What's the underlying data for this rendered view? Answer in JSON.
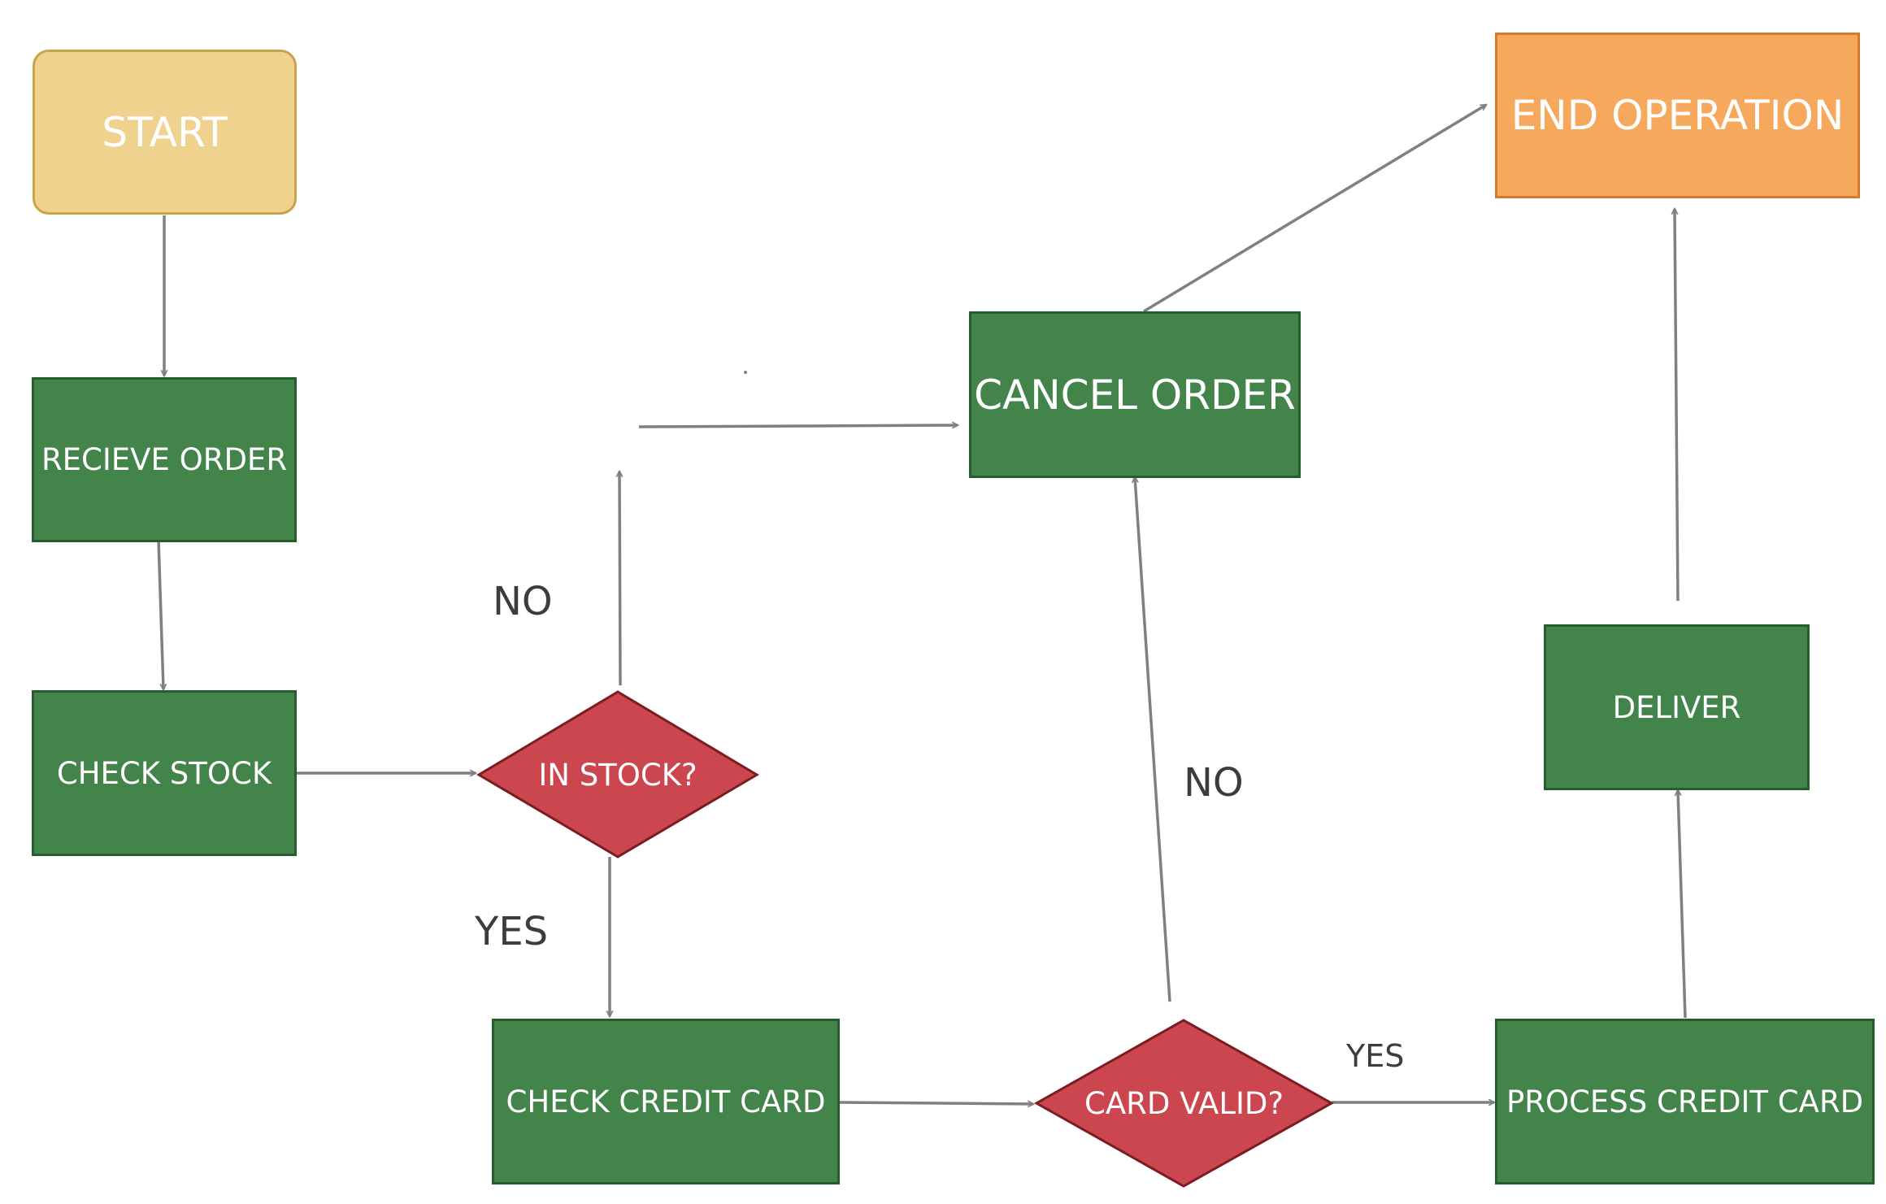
{
  "nodes": {
    "start": "START",
    "receive_order": "RECIEVE ORDER",
    "check_stock": "CHECK STOCK",
    "in_stock": "IN STOCK?",
    "check_credit_card": "CHECK CREDIT CARD",
    "card_valid": "CARD VALID?",
    "process_credit_card": "PROCESS CREDIT CARD",
    "deliver": "DELIVER",
    "cancel_order": "CANCEL ORDER",
    "end_operation": "END OPERATION"
  },
  "edge_labels": {
    "in_stock_no": "NO",
    "in_stock_yes": "YES",
    "card_valid_no": "NO",
    "card_valid_yes": "YES"
  },
  "colors": {
    "process_fill": "#43844b",
    "decision_fill": "#cc4650",
    "start_fill": "#f0d28f",
    "end_fill": "#f6a85c",
    "connector": "#808080"
  }
}
